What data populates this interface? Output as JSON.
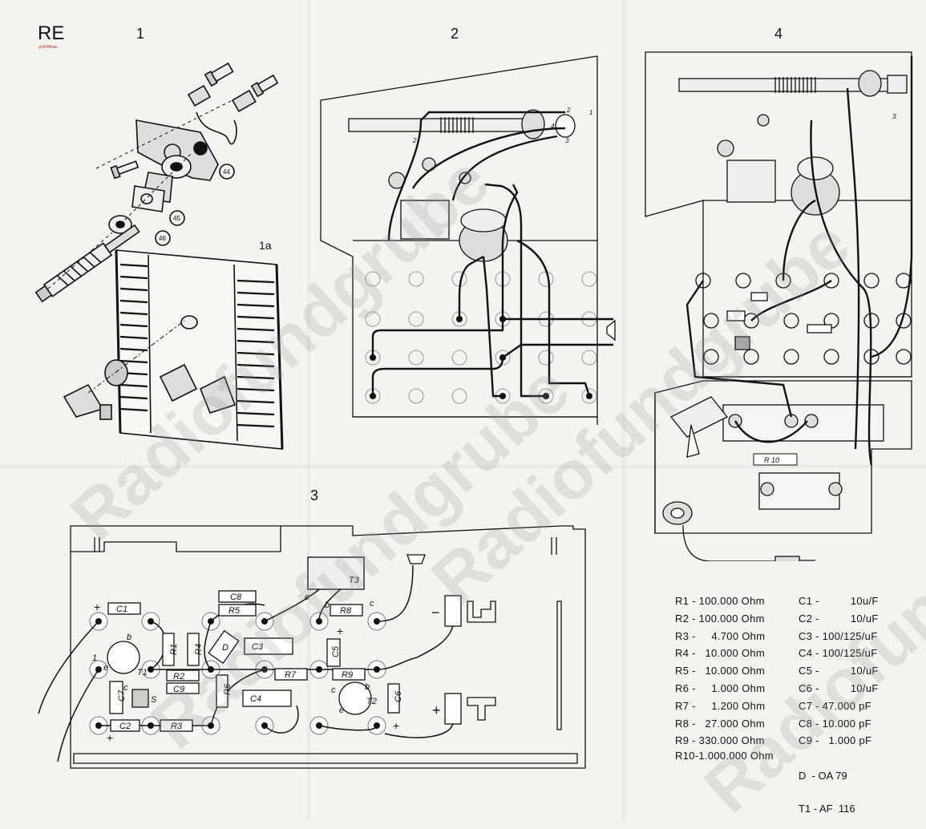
{
  "header": {
    "brand": "RE",
    "stamp": "gr394fbain"
  },
  "figure_numbers": {
    "fig1": "1",
    "fig1a": "1a",
    "fig2": "2",
    "fig3": "3",
    "fig4": "4"
  },
  "watermark": "Radiofundgrube",
  "parts_list": {
    "resistors": [
      "R1 - 100.000 Ohm",
      "R2 - 100.000 Ohm",
      "R3 -     4.700 Ohm",
      "R4 -   10.000 Ohm",
      "R5 -   10.000 Ohm",
      "R6 -     1.000 Ohm",
      "R7 -     1.200 Ohm",
      "R8 -   27.000 Ohm",
      "R9 - 330.000 Ohm",
      "R10-1.000.000 Ohm"
    ],
    "capacitors": [
      "C1 -          10u/F",
      "C2 -          10/uF",
      "C3 - 100/125/uF",
      "C4 - 100/125/uF",
      "C5 -          10/uF",
      "C6 -          10/uF",
      "C7 - 47.000 pF",
      "C8 - 10.000 pF",
      "C9 -   1.000 pF"
    ],
    "diode": "D  - OA 79",
    "transistor": "T1 - AF  116"
  },
  "fig1_labels": [
    "44",
    "45",
    "46"
  ],
  "fig2_labels": [
    "1",
    "2",
    "2",
    "3",
    "4"
  ],
  "fig3_components": {
    "c1": "C1",
    "c8": "C8",
    "r5": "R5",
    "r8": "R8",
    "t3": "T3",
    "r1": "R1",
    "r4": "R4",
    "d": "D",
    "c3": "C3",
    "c5": "C5",
    "t1": "T1",
    "r2": "R2",
    "c9": "C9",
    "r7": "R7",
    "r9": "R9",
    "c7": "C7",
    "s": "S",
    "r6": "R6",
    "c4": "C4",
    "t2": "T2",
    "c6": "C6",
    "c2": "C2",
    "r3": "R3"
  },
  "fig3_pins": {
    "e": "e",
    "b": "b",
    "c": "c",
    "plus": "+",
    "minus": "−",
    "one": "1"
  },
  "fig4_labels": {
    "r10": "R 10",
    "three": "3"
  }
}
